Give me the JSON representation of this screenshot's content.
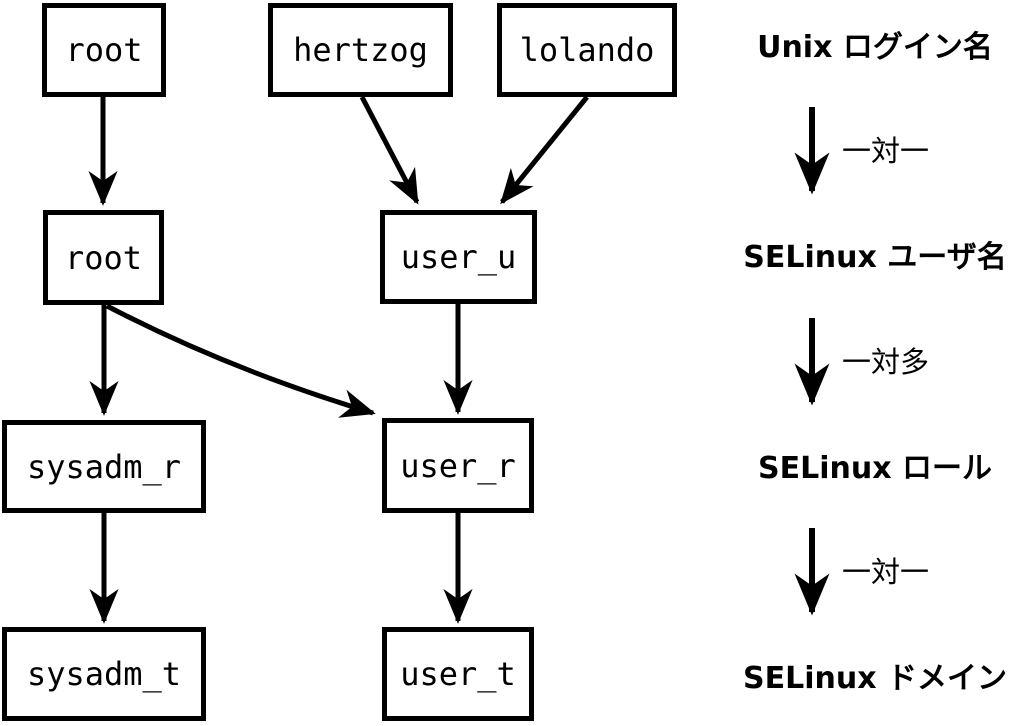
{
  "diagram": {
    "description_hidden": "",
    "nodes": {
      "unix_root": {
        "label": "root"
      },
      "unix_hertzog": {
        "label": "hertzog"
      },
      "unix_lolando": {
        "label": "lolando"
      },
      "selinux_root": {
        "label": "root"
      },
      "user_u": {
        "label": "user_u"
      },
      "sysadm_r": {
        "label": "sysadm_r"
      },
      "user_r": {
        "label": "user_r"
      },
      "sysadm_t": {
        "label": "sysadm_t"
      },
      "user_t": {
        "label": "user_t"
      }
    },
    "edges": [
      {
        "from": "root (Unix login)",
        "to": "root (SELinux user)"
      },
      {
        "from": "hertzog",
        "to": "user_u"
      },
      {
        "from": "lolando",
        "to": "user_u"
      },
      {
        "from": "root (SELinux user)",
        "to": "sysadm_r"
      },
      {
        "from": "root (SELinux user)",
        "to": "user_r"
      },
      {
        "from": "user_u",
        "to": "user_r"
      },
      {
        "from": "sysadm_r",
        "to": "sysadm_t"
      },
      {
        "from": "user_r",
        "to": "user_t"
      }
    ],
    "legend": {
      "level_login": "Unix ログイン名",
      "relation_1": "一対一",
      "level_user": "SELinux ユーザ名",
      "relation_2": "一対多",
      "level_role": "SELinux ロール",
      "relation_3": "一対一",
      "level_domain": "SELinux ドメイン"
    },
    "colors": {
      "line": "#000000",
      "node_fill": "#ffffff",
      "text": "#000000",
      "background": "#ffffff"
    }
  }
}
